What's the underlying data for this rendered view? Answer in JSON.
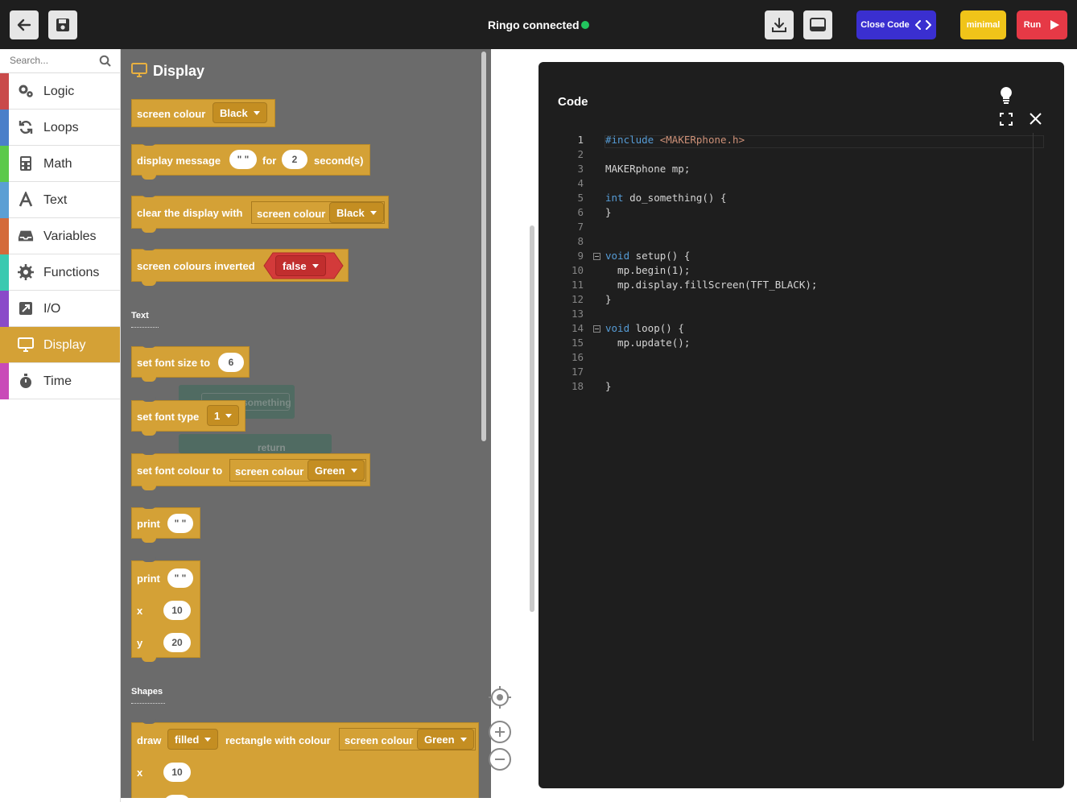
{
  "topbar": {
    "status": "Ringo connected",
    "status_color": "#22c55e",
    "close_code_label": "Close Code",
    "minimal_label": "minimal",
    "run_label": "Run"
  },
  "sidebar": {
    "search_placeholder": "Search...",
    "items": [
      {
        "label": "Logic",
        "color": "#c94a4a",
        "icon": "gears-icon"
      },
      {
        "label": "Loops",
        "color": "#4a7fc9",
        "icon": "loop-icon"
      },
      {
        "label": "Math",
        "color": "#5bc94a",
        "icon": "calculator-icon"
      },
      {
        "label": "Text",
        "color": "#5b9fd4",
        "icon": "text-icon"
      },
      {
        "label": "Variables",
        "color": "#d46a3a",
        "icon": "inbox-icon"
      },
      {
        "label": "Functions",
        "color": "#3ac9b0",
        "icon": "gear-icon"
      },
      {
        "label": "I/O",
        "color": "#8a4ac9",
        "icon": "io-icon"
      },
      {
        "label": "Display",
        "color": "#d4a136",
        "icon": "monitor-icon"
      },
      {
        "label": "Time",
        "color": "#c94ab8",
        "icon": "stopwatch-icon"
      }
    ]
  },
  "flyout": {
    "title": "Display",
    "section_text": "Text",
    "section_shapes": "Shapes",
    "b1": {
      "label": "screen colour",
      "dd": "Black"
    },
    "b2": {
      "label": "display message",
      "msg": "\" \"",
      "for": "for",
      "num": "2",
      "unit": "second(s)"
    },
    "b3": {
      "label": "clear the display with",
      "inner": "screen colour",
      "dd": "Black"
    },
    "b4": {
      "label": "screen colours inverted",
      "dd": "false"
    },
    "b5": {
      "label": "set font size to",
      "num": "6"
    },
    "b6": {
      "label": "set font type",
      "dd": "1"
    },
    "b7": {
      "label": "set font colour to",
      "inner": "screen colour",
      "dd": "Green"
    },
    "b8": {
      "label": "print",
      "msg": "\" \""
    },
    "b9": {
      "label": "print",
      "msg": "\" \"",
      "x": "x",
      "xv": "10",
      "y": "y",
      "yv": "20"
    },
    "b10": {
      "label": "draw",
      "dd": "filled",
      "mid": "rectangle with colour",
      "inner": "screen colour",
      "dd2": "Green",
      "x": "x",
      "xv": "10"
    },
    "ghost_text": "something",
    "ghost_return": "return"
  },
  "code": {
    "title": "Code",
    "lines": [
      "1",
      "2",
      "3",
      "4",
      "5",
      "6",
      "7",
      "8",
      "9",
      "10",
      "11",
      "12",
      "13",
      "14",
      "15",
      "16",
      "17",
      "18"
    ],
    "src": {
      "l1_kw": "#include",
      "l1_inc": "<MAKERphone.h>",
      "l3": "MAKERphone mp;",
      "l5_kw": "int",
      "l5": " do_something() {",
      "l6": "}",
      "l9_kw": "void",
      "l9": " setup() {",
      "l10": "  mp.begin(1);",
      "l11": "  mp.display.fillScreen(TFT_BLACK);",
      "l12": "}",
      "l14_kw": "void",
      "l14": " loop() {",
      "l15": "  mp.update();",
      "l18": "}"
    }
  }
}
